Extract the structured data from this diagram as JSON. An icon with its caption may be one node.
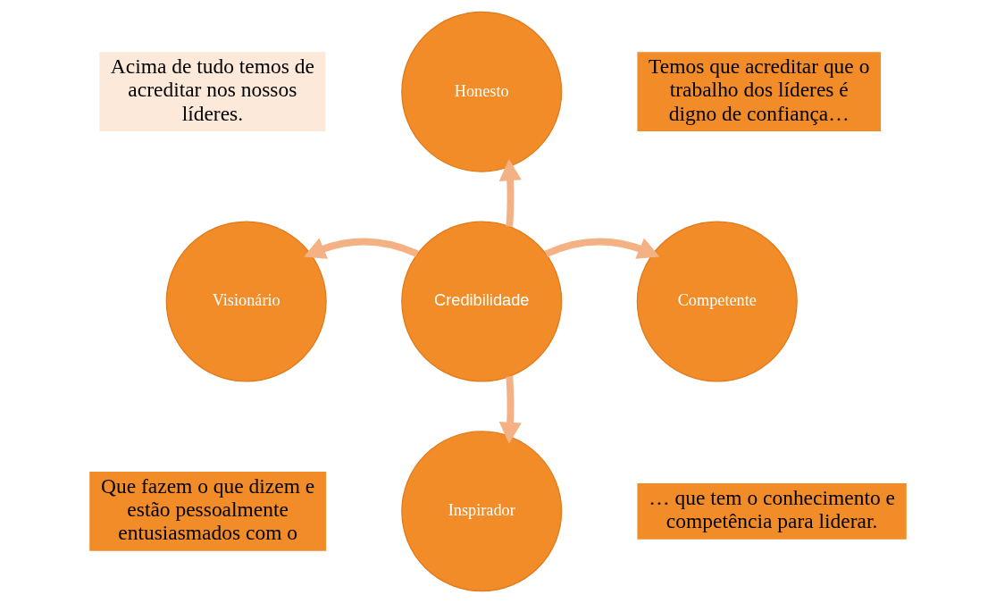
{
  "diagram": {
    "nodes": [
      {
        "text": [
          "Credibilidade"
        ]
      },
      {
        "text": [
          "Honesto"
        ]
      },
      {
        "text": [
          "Competente"
        ]
      },
      {
        "text": [
          "Inspirador"
        ]
      },
      {
        "text": [
          "Visionário"
        ]
      }
    ],
    "edges": [
      {
        "from": 0,
        "to": 1,
        "arrow": "to"
      },
      {
        "from": 0,
        "to": 2,
        "arrow": "to"
      },
      {
        "from": 0,
        "to": 3,
        "arrow": "to"
      },
      {
        "from": 0,
        "to": 4,
        "arrow": "to"
      }
    ],
    "labels": [
      "Acima de tudo temos de acreditar nos nossos líderes.",
      "Temos que acreditar que o trabalho dos líderes é digno de confiança…",
      "Que fazem o que dizem e estão pessoalmente entusiasmados com o",
      "… que tem o conhecimento e competência para liderar."
    ]
  }
}
